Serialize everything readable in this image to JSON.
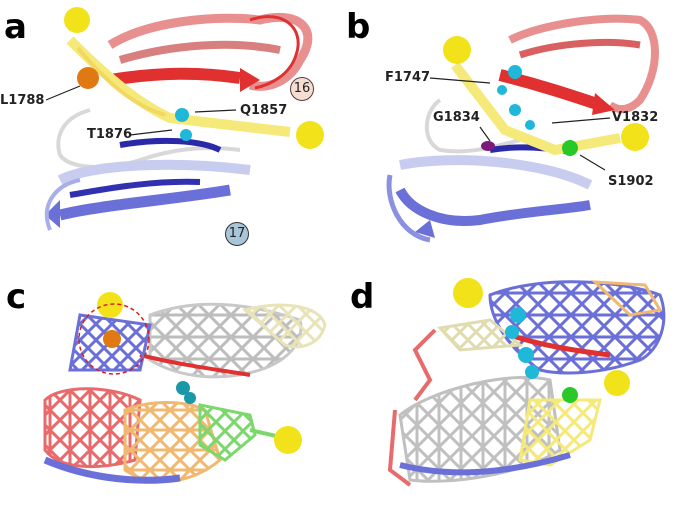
{
  "figure": {
    "panels": [
      {
        "letter": "a",
        "labels": [
          "L1788",
          "Q1857",
          "T1876"
        ],
        "domains": [
          {
            "number": "16",
            "fill": "#f5ddd2"
          },
          {
            "number": "17",
            "fill": "#a9c6d8"
          }
        ]
      },
      {
        "letter": "b",
        "labels": [
          "F1747",
          "G1834",
          "V1832",
          "S1902"
        ]
      },
      {
        "letter": "c"
      },
      {
        "letter": "d"
      }
    ],
    "colors": {
      "red": "#e03030",
      "pink": "#e89090",
      "blue": "#6b6fd8",
      "dark_blue": "#2a2aa8",
      "light_blue": "#c8cdf0",
      "yellow_spring": "#f5e97a",
      "yellow_sphere": "#f2e21a",
      "cyan": "#1fb8d8",
      "orange": "#e07814",
      "green": "#28c828",
      "purple": "#7a1a7a",
      "grey": "#c8c8c8",
      "salmon": "#e86a6a",
      "tan": "#f0b870",
      "khaki": "#e8e4b8",
      "lime": "#7cd86c"
    }
  }
}
